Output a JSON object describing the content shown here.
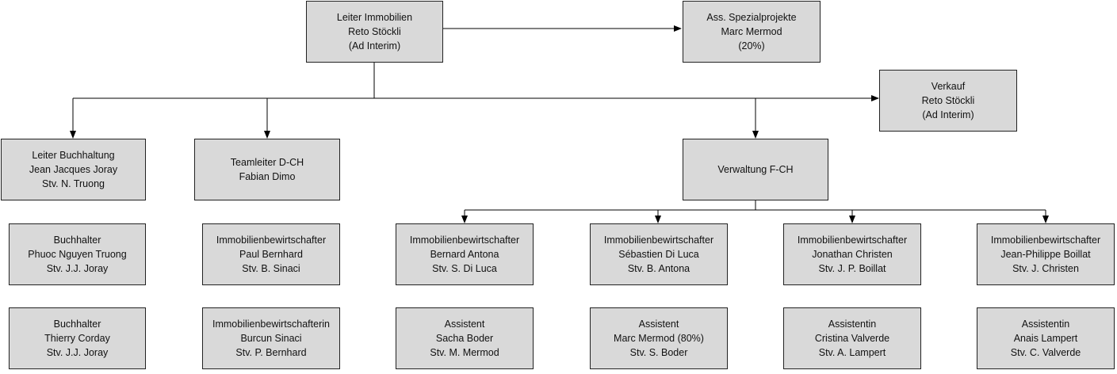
{
  "nodes": {
    "head": [
      "Leiter Immobilien",
      "Reto Stöckli",
      "(Ad Interim)"
    ],
    "special": [
      "Ass. Spezialprojekte",
      "Marc Mermod",
      "(20%)"
    ],
    "sales": [
      "Verkauf",
      "Reto Stöckli",
      "(Ad Interim)"
    ],
    "accounting_lead": [
      "Leiter Buchhaltung",
      "Jean Jacques Joray",
      "Stv. N. Truong"
    ],
    "team_dch": [
      "Teamleiter D-CH",
      "Fabian Dimo"
    ],
    "admin_fch": [
      "Verwaltung F-CH"
    ],
    "acc1": [
      "Buchhalter",
      "Phuoc Nguyen Truong",
      "Stv. J.J. Joray"
    ],
    "acc2": [
      "Buchhalter",
      "Thierry Corday",
      "Stv. J.J. Joray"
    ],
    "dch1": [
      "Immobilienbewirtschafter",
      "Paul Bernhard",
      "Stv. B. Sinaci"
    ],
    "dch2": [
      "Immobilienbewirtschafterin",
      "Burcun Sinaci",
      "Stv. P. Bernhard"
    ],
    "f1": [
      "Immobilienbewirtschafter",
      "Bernard Antona",
      "Stv. S. Di Luca"
    ],
    "f1a": [
      "Assistent",
      "Sacha Boder",
      "Stv. M. Mermod"
    ],
    "f2": [
      "Immobilienbewirtschafter",
      "Sébastien Di Luca",
      "Stv. B. Antona"
    ],
    "f2a": [
      "Assistent",
      "Marc Mermod (80%)",
      "Stv. S. Boder"
    ],
    "f3": [
      "Immobilienbewirtschafter",
      "Jonathan Christen",
      "Stv. J. P. Boillat"
    ],
    "f3a": [
      "Assistentin",
      "Cristina Valverde",
      "Stv. A. Lampert"
    ],
    "f4": [
      "Immobilienbewirtschafter",
      "Jean-Philippe Boillat",
      "Stv. J. Christen"
    ],
    "f4a": [
      "Assistentin",
      "Anais Lampert",
      "Stv. C. Valverde"
    ]
  }
}
